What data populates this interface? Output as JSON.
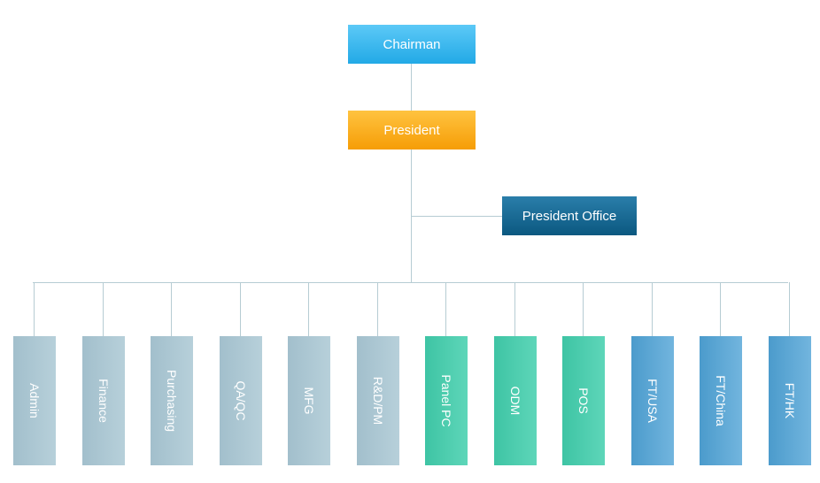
{
  "top": {
    "chairman": "Chairman",
    "president": "President",
    "president_office": "President Office"
  },
  "departments": [
    {
      "label": "Admin",
      "group": "grey"
    },
    {
      "label": "Finance",
      "group": "grey"
    },
    {
      "label": "Purchasing",
      "group": "grey"
    },
    {
      "label": "QA/QC",
      "group": "grey"
    },
    {
      "label": "MFG",
      "group": "grey"
    },
    {
      "label": "R&D/PM",
      "group": "grey"
    },
    {
      "label": "Panel PC",
      "group": "green"
    },
    {
      "label": "ODM",
      "group": "green"
    },
    {
      "label": "POS",
      "group": "green"
    },
    {
      "label": "FT/USA",
      "group": "blue"
    },
    {
      "label": "FT/China",
      "group": "blue"
    },
    {
      "label": "FT/HK",
      "group": "blue"
    }
  ],
  "colors": {
    "chairman": "#3bb9f0",
    "president": "#fbb024",
    "president_office": "#16678f",
    "grey": "#abc6d2",
    "green": "#4ccdad",
    "blue": "#5ea8d5",
    "connector": "#b6ccd3"
  }
}
